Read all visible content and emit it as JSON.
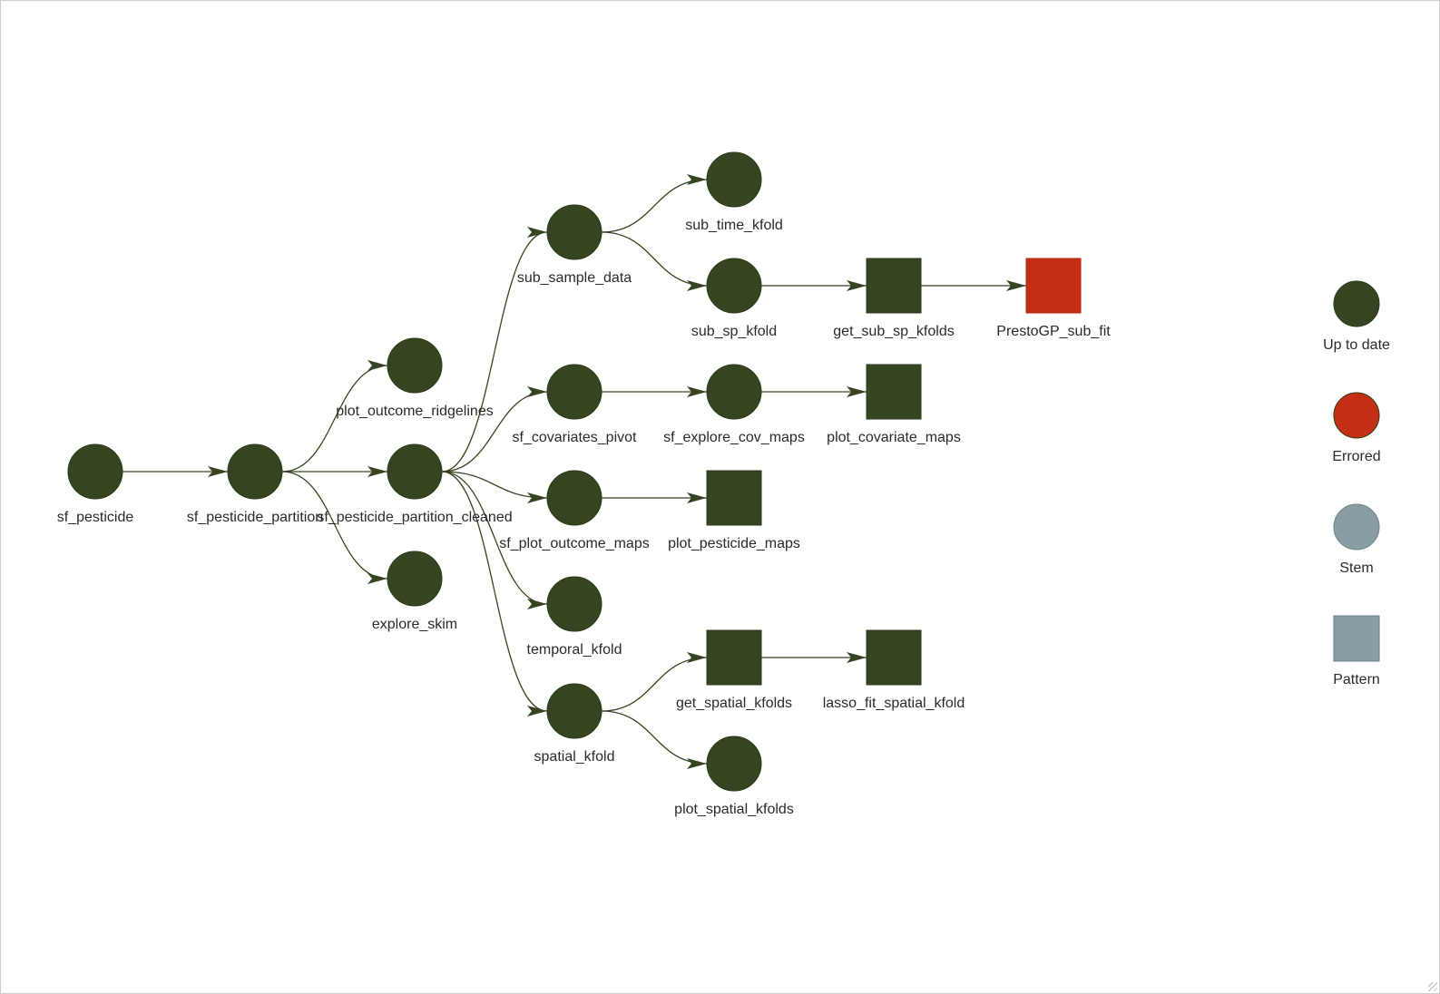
{
  "colors": {
    "up_to_date": "#354521",
    "errored": "#C42F13",
    "stem": "#899DA4",
    "pattern": "#899DA4",
    "edge": "#354521"
  },
  "nodes": [
    {
      "id": "sf_pesticide",
      "label": "sf_pesticide",
      "shape": "circle",
      "status": "up_to_date"
    },
    {
      "id": "sf_pesticide_partition",
      "label": "sf_pesticide_partition",
      "shape": "circle",
      "status": "up_to_date"
    },
    {
      "id": "plot_outcome_ridgelines",
      "label": "plot_outcome_ridgelines",
      "shape": "circle",
      "status": "up_to_date"
    },
    {
      "id": "sf_pesticide_partition_cleaned",
      "label": "sf_pesticide_partition_cleaned",
      "shape": "circle",
      "status": "up_to_date"
    },
    {
      "id": "explore_skim",
      "label": "explore_skim",
      "shape": "circle",
      "status": "up_to_date"
    },
    {
      "id": "sub_sample_data",
      "label": "sub_sample_data",
      "shape": "circle",
      "status": "up_to_date"
    },
    {
      "id": "sf_covariates_pivot",
      "label": "sf_covariates_pivot",
      "shape": "circle",
      "status": "up_to_date"
    },
    {
      "id": "sf_plot_outcome_maps",
      "label": "sf_plot_outcome_maps",
      "shape": "circle",
      "status": "up_to_date"
    },
    {
      "id": "temporal_kfold",
      "label": "temporal_kfold",
      "shape": "circle",
      "status": "up_to_date"
    },
    {
      "id": "spatial_kfold",
      "label": "spatial_kfold",
      "shape": "circle",
      "status": "up_to_date"
    },
    {
      "id": "sub_time_kfold",
      "label": "sub_time_kfold",
      "shape": "circle",
      "status": "up_to_date"
    },
    {
      "id": "sub_sp_kfold",
      "label": "sub_sp_kfold",
      "shape": "circle",
      "status": "up_to_date"
    },
    {
      "id": "sf_explore_cov_maps",
      "label": "sf_explore_cov_maps",
      "shape": "circle",
      "status": "up_to_date"
    },
    {
      "id": "plot_pesticide_maps",
      "label": "plot_pesticide_maps",
      "shape": "square",
      "status": "up_to_date"
    },
    {
      "id": "get_spatial_kfolds",
      "label": "get_spatial_kfolds",
      "shape": "square",
      "status": "up_to_date"
    },
    {
      "id": "plot_spatial_kfolds",
      "label": "plot_spatial_kfolds",
      "shape": "circle",
      "status": "up_to_date"
    },
    {
      "id": "get_sub_sp_kfolds",
      "label": "get_sub_sp_kfolds",
      "shape": "square",
      "status": "up_to_date"
    },
    {
      "id": "plot_covariate_maps",
      "label": "plot_covariate_maps",
      "shape": "square",
      "status": "up_to_date"
    },
    {
      "id": "lasso_fit_spatial_kfold",
      "label": "lasso_fit_spatial_kfold",
      "shape": "square",
      "status": "up_to_date"
    },
    {
      "id": "PrestoGP_sub_fit",
      "label": "PrestoGP_sub_fit",
      "shape": "square",
      "status": "errored"
    }
  ],
  "edges": [
    {
      "from": "sf_pesticide",
      "to": "sf_pesticide_partition"
    },
    {
      "from": "sf_pesticide_partition",
      "to": "plot_outcome_ridgelines"
    },
    {
      "from": "sf_pesticide_partition",
      "to": "sf_pesticide_partition_cleaned"
    },
    {
      "from": "sf_pesticide_partition",
      "to": "explore_skim"
    },
    {
      "from": "sf_pesticide_partition_cleaned",
      "to": "sub_sample_data"
    },
    {
      "from": "sf_pesticide_partition_cleaned",
      "to": "sf_covariates_pivot"
    },
    {
      "from": "sf_pesticide_partition_cleaned",
      "to": "sf_plot_outcome_maps"
    },
    {
      "from": "sf_pesticide_partition_cleaned",
      "to": "temporal_kfold"
    },
    {
      "from": "sf_pesticide_partition_cleaned",
      "to": "spatial_kfold"
    },
    {
      "from": "sub_sample_data",
      "to": "sub_time_kfold"
    },
    {
      "from": "sub_sample_data",
      "to": "sub_sp_kfold"
    },
    {
      "from": "sub_sp_kfold",
      "to": "get_sub_sp_kfolds"
    },
    {
      "from": "get_sub_sp_kfolds",
      "to": "PrestoGP_sub_fit"
    },
    {
      "from": "sf_covariates_pivot",
      "to": "sf_explore_cov_maps"
    },
    {
      "from": "sf_explore_cov_maps",
      "to": "plot_covariate_maps"
    },
    {
      "from": "sf_plot_outcome_maps",
      "to": "plot_pesticide_maps"
    },
    {
      "from": "spatial_kfold",
      "to": "get_spatial_kfolds"
    },
    {
      "from": "spatial_kfold",
      "to": "plot_spatial_kfolds"
    },
    {
      "from": "get_spatial_kfolds",
      "to": "lasso_fit_spatial_kfold"
    }
  ],
  "legend": [
    {
      "label": "Up to date",
      "shape": "circle",
      "status": "up_to_date"
    },
    {
      "label": "Errored",
      "shape": "circle",
      "status": "errored"
    },
    {
      "label": "Stem",
      "shape": "circle",
      "status": "stem"
    },
    {
      "label": "Pattern",
      "shape": "square",
      "status": "pattern"
    }
  ]
}
